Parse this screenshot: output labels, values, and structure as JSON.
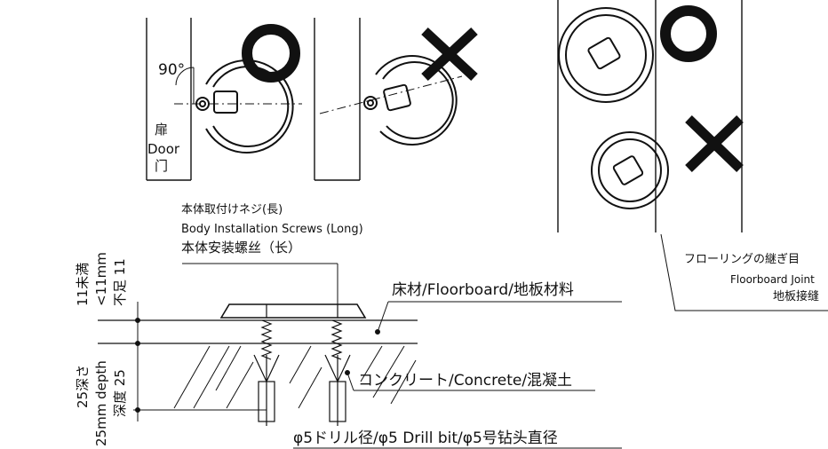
{
  "door_figure": {
    "angle": "90°",
    "door_jp": "扉",
    "door_en": "Door",
    "door_cn": "门"
  },
  "marks": {
    "ok": "O",
    "ng": "X"
  },
  "joint_callout": {
    "jp": "フローリングの継ぎ目",
    "en": "Floorboard Joint",
    "cn": "地板接缝"
  },
  "screw_callout": {
    "jp": "本体取付けネジ(長)",
    "en": "Body Installation Screws (Long)",
    "cn": "本体安装螺丝（长）"
  },
  "floor_label": "床材/Floorboard/地板材料",
  "concrete_label": "コンクリート/Concrete/混凝土",
  "drill_label": "φ5ドリル径/φ5 Drill bit/φ5号钻头直径",
  "dim_upper": {
    "jp": "11未満",
    "en": "<11mm",
    "cn": "不足 11"
  },
  "dim_lower": {
    "jp": "25深さ",
    "en": "25mm depth",
    "cn": "深度 25"
  }
}
